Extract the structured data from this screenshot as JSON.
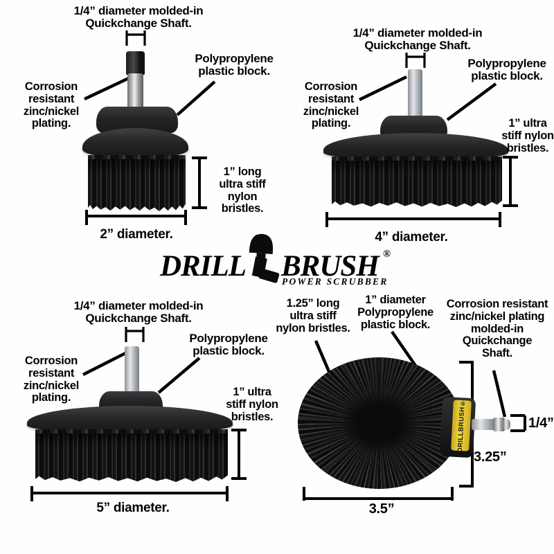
{
  "colors": {
    "text": "#000000",
    "background": "#fefefe",
    "band_yellow": "#f1d842",
    "brush_black": "#1a1a1a",
    "shaft_silver": "#c7cbd0"
  },
  "logo": {
    "drill": "DRILL",
    "brush": "BRUSH",
    "registered": "®",
    "tagline": "POWER SCRUBBER"
  },
  "band_label": "DRILLBRUSH®",
  "brush_2in": {
    "shaft_note": "1/4” diameter molded-in\nQuickchange Shaft.",
    "block_note": "Polypropylene\nplastic block.",
    "plating_note": "Corrosion\nresistant\nzinc/nickel\nplating.",
    "bristle_note": "1” long\nultra stiff\nnylon bristles.",
    "diameter": "2” diameter."
  },
  "brush_4in": {
    "shaft_note": "1/4” diameter molded-in\nQuickchange Shaft.",
    "block_note": "Polypropylene\nplastic block.",
    "plating_note": "Corrosion\nresistant\nzinc/nickel\nplating.",
    "bristle_note": "1” ultra\nstiff nylon\nbristles.",
    "diameter": "4” diameter."
  },
  "brush_5in": {
    "shaft_note": "1/4” diameter molded-in\nQuickchange Shaft.",
    "block_note": "Polypropylene\nplastic block.",
    "plating_note": "Corrosion\nresistant\nzinc/nickel\nplating.",
    "bristle_note": "1” ultra\nstiff nylon\nbristles.",
    "diameter": "5” diameter."
  },
  "brush_cylinder": {
    "bristle_note": "1.25” long\nultra stiff\nnylon bristles.",
    "block_note": "1” diameter\nPolypropylene\nplastic block.",
    "shaft_note": "Corrosion resistant\nzinc/nickel plating\nmolded-in\nQuickchange\nShaft.",
    "shaft_diameter": "1/4”",
    "brush_length": "3.25”",
    "brush_width": "3.5”"
  }
}
